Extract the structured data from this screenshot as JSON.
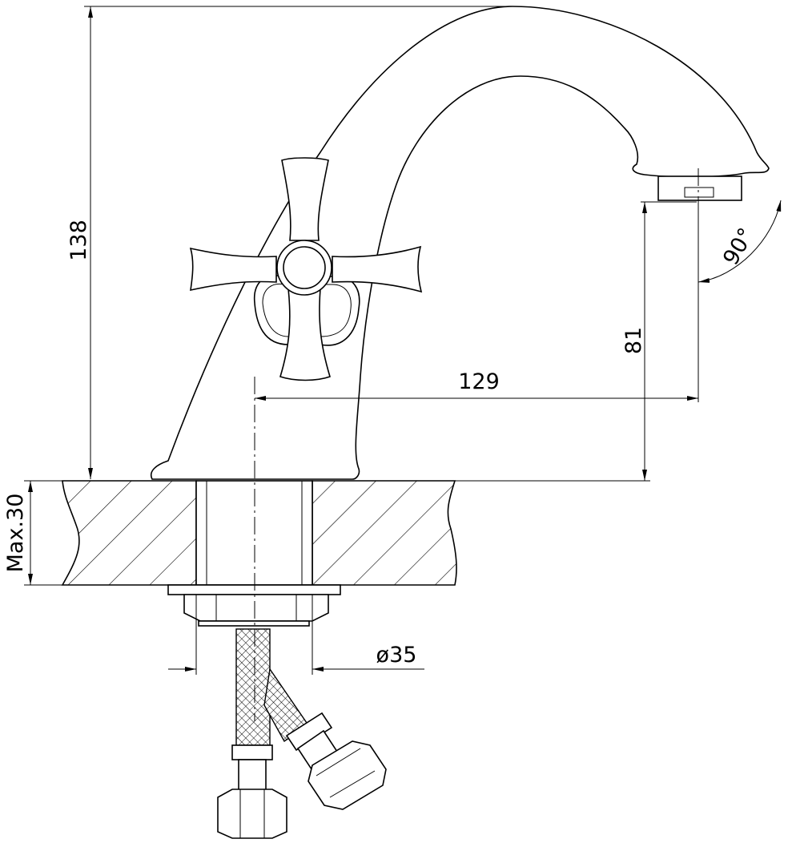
{
  "drawing": {
    "title": "Faucet dimension drawing",
    "dimensions": {
      "total_height": "138",
      "spout_height": "81",
      "spout_reach": "129",
      "swivel_angle": "90°",
      "max_counter_thickness": "Max.30",
      "hole_diameter": "ø35"
    },
    "colors": {
      "line": "#000000",
      "background": "#ffffff"
    }
  }
}
